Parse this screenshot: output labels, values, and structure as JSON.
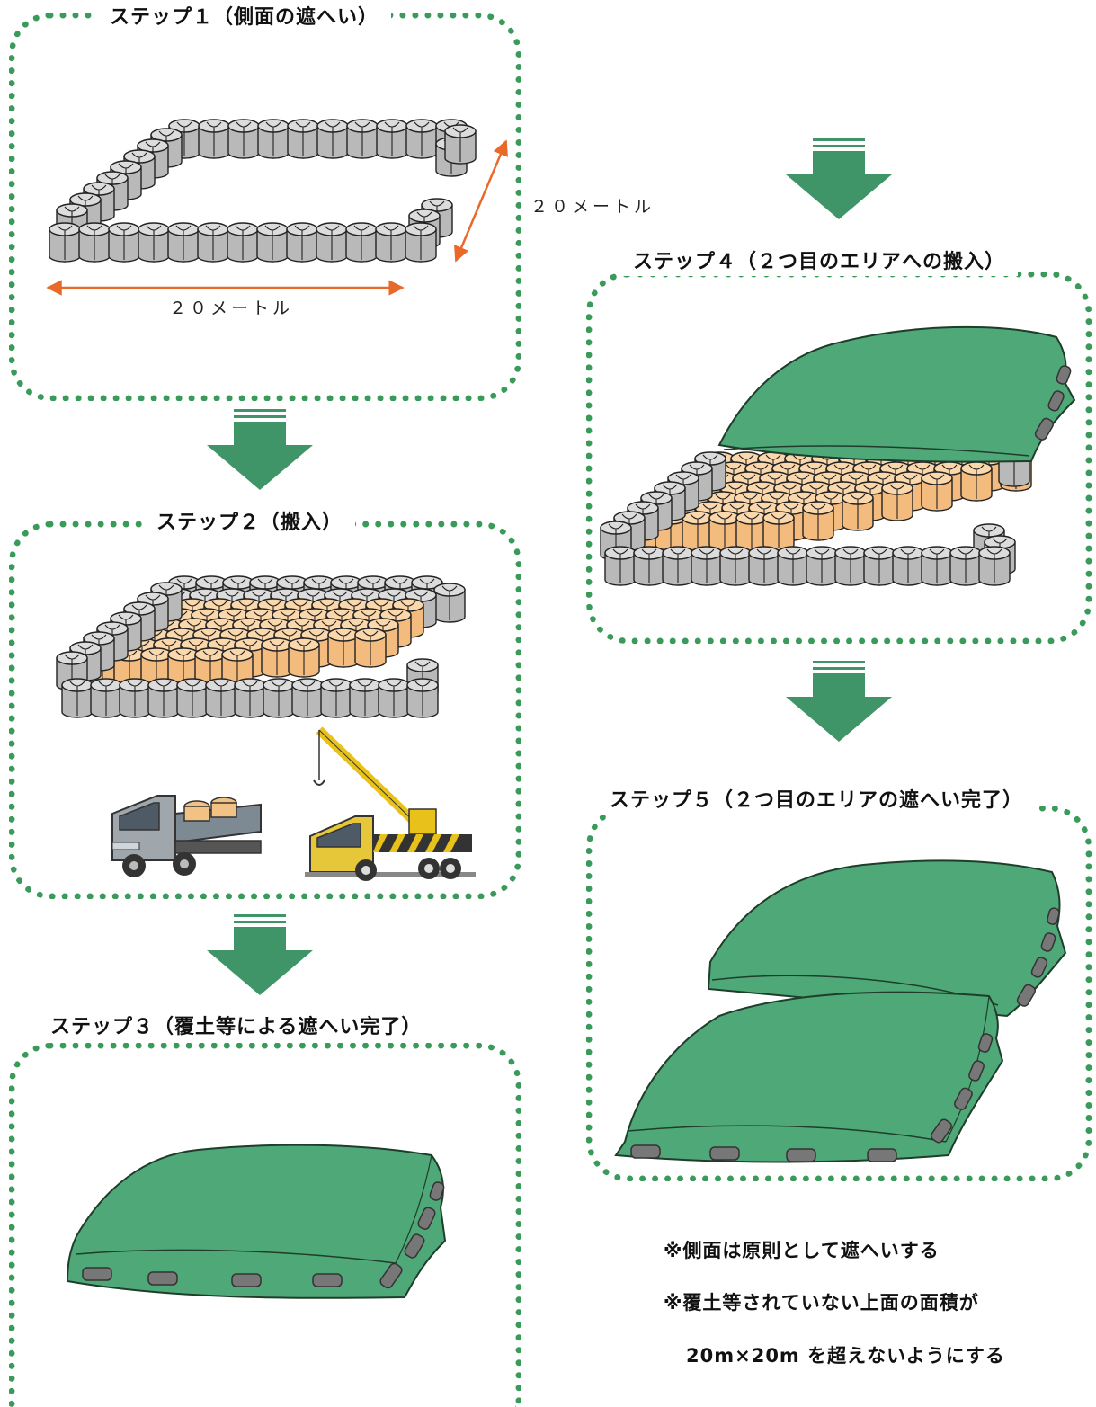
{
  "steps": {
    "step1": {
      "title": "ステップ１（側面の遮へい）",
      "dim_depth": "２０メートル",
      "dim_width": "２０メートル"
    },
    "step2": {
      "title": "ステップ２（搬入）"
    },
    "step3": {
      "title": "ステップ３（覆土等による遮へい完了）"
    },
    "step4": {
      "title": "ステップ４（２つ目のエリアへの搬入）"
    },
    "step5": {
      "title": "ステップ５（２つ目のエリアの遮へい完了）"
    }
  },
  "notes": [
    "※側面は原則として遮へいする",
    "※覆土等されていない上面の面積が",
    "20m×20m を超えないようにする"
  ],
  "colors": {
    "dotted_border": "#3a9a5a",
    "arrow": "#3f9468",
    "bag_gray": "#b9b9b9",
    "bag_orange": "#f4bb7e",
    "cover_green": "#4fa877",
    "dimension_arrow": "#e8692a"
  },
  "icons": [
    "down-arrow-icon",
    "flexible-container-bag-icon",
    "truck-icon",
    "crane-truck-icon",
    "green-cover-sheet-icon",
    "dimension-arrow-icon"
  ]
}
